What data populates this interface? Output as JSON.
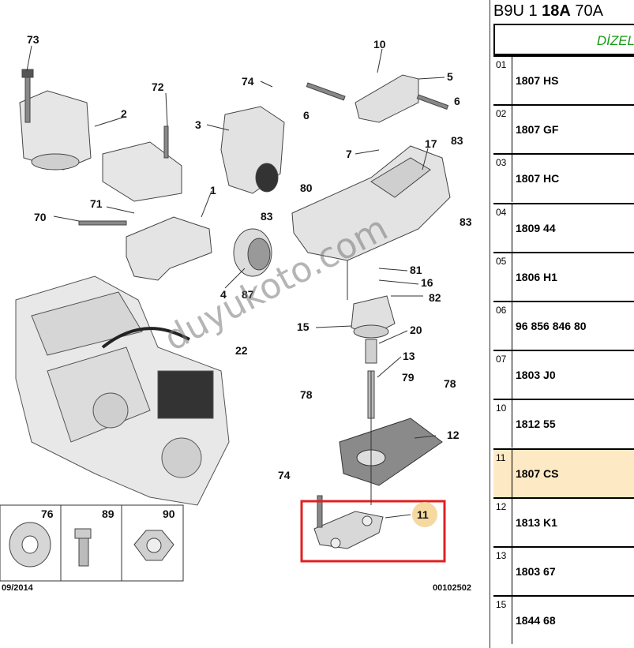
{
  "header": {
    "part1": "B9U 1",
    "part2": "18A",
    "part3": "70A"
  },
  "subheader": "DİZEL",
  "table": [
    {
      "idx": "01",
      "code": "1807 HS"
    },
    {
      "idx": "02",
      "code": "1807 GF"
    },
    {
      "idx": "03",
      "code": "1807 HC"
    },
    {
      "idx": "04",
      "code": "1809 44"
    },
    {
      "idx": "05",
      "code": "1806 H1"
    },
    {
      "idx": "06",
      "code": "96 856 846 80"
    },
    {
      "idx": "07",
      "code": "1803 J0"
    },
    {
      "idx": "10",
      "code": "1812 55"
    },
    {
      "idx": "11",
      "code": "1807 CS",
      "highlight": true
    },
    {
      "idx": "12",
      "code": "1813 K1"
    },
    {
      "idx": "13",
      "code": "1803 67"
    },
    {
      "idx": "15",
      "code": "1844 68"
    }
  ],
  "labels": {
    "l73": "73",
    "l2": "2",
    "l72": "72",
    "l3": "3",
    "l74a": "74",
    "l10": "10",
    "l5": "5",
    "l6a": "6",
    "l6b": "6",
    "l7": "7",
    "l17": "17",
    "l83a": "83",
    "l80": "80",
    "l83b": "83",
    "l83c": "83",
    "l1": "1",
    "l71": "71",
    "l70": "70",
    "l4": "4",
    "l87": "87",
    "l81": "81",
    "l16": "16",
    "l82": "82",
    "l15": "15",
    "l20": "20",
    "l22": "22",
    "l13": "13",
    "l79": "79",
    "l78a": "78",
    "l78b": "78",
    "l12": "12",
    "l74b": "74",
    "l11": "11"
  },
  "inset": {
    "l76": "76",
    "l89": "89",
    "l90": "90"
  },
  "footer": {
    "date": "09/2014",
    "ref": "00102502"
  },
  "watermark": "duyukoto.com",
  "colors": {
    "highlight_row": "#fde9c4",
    "callout_box": "#e02020",
    "subheader": "#1a9a1a",
    "callout_circle": "#f5d9a0"
  }
}
